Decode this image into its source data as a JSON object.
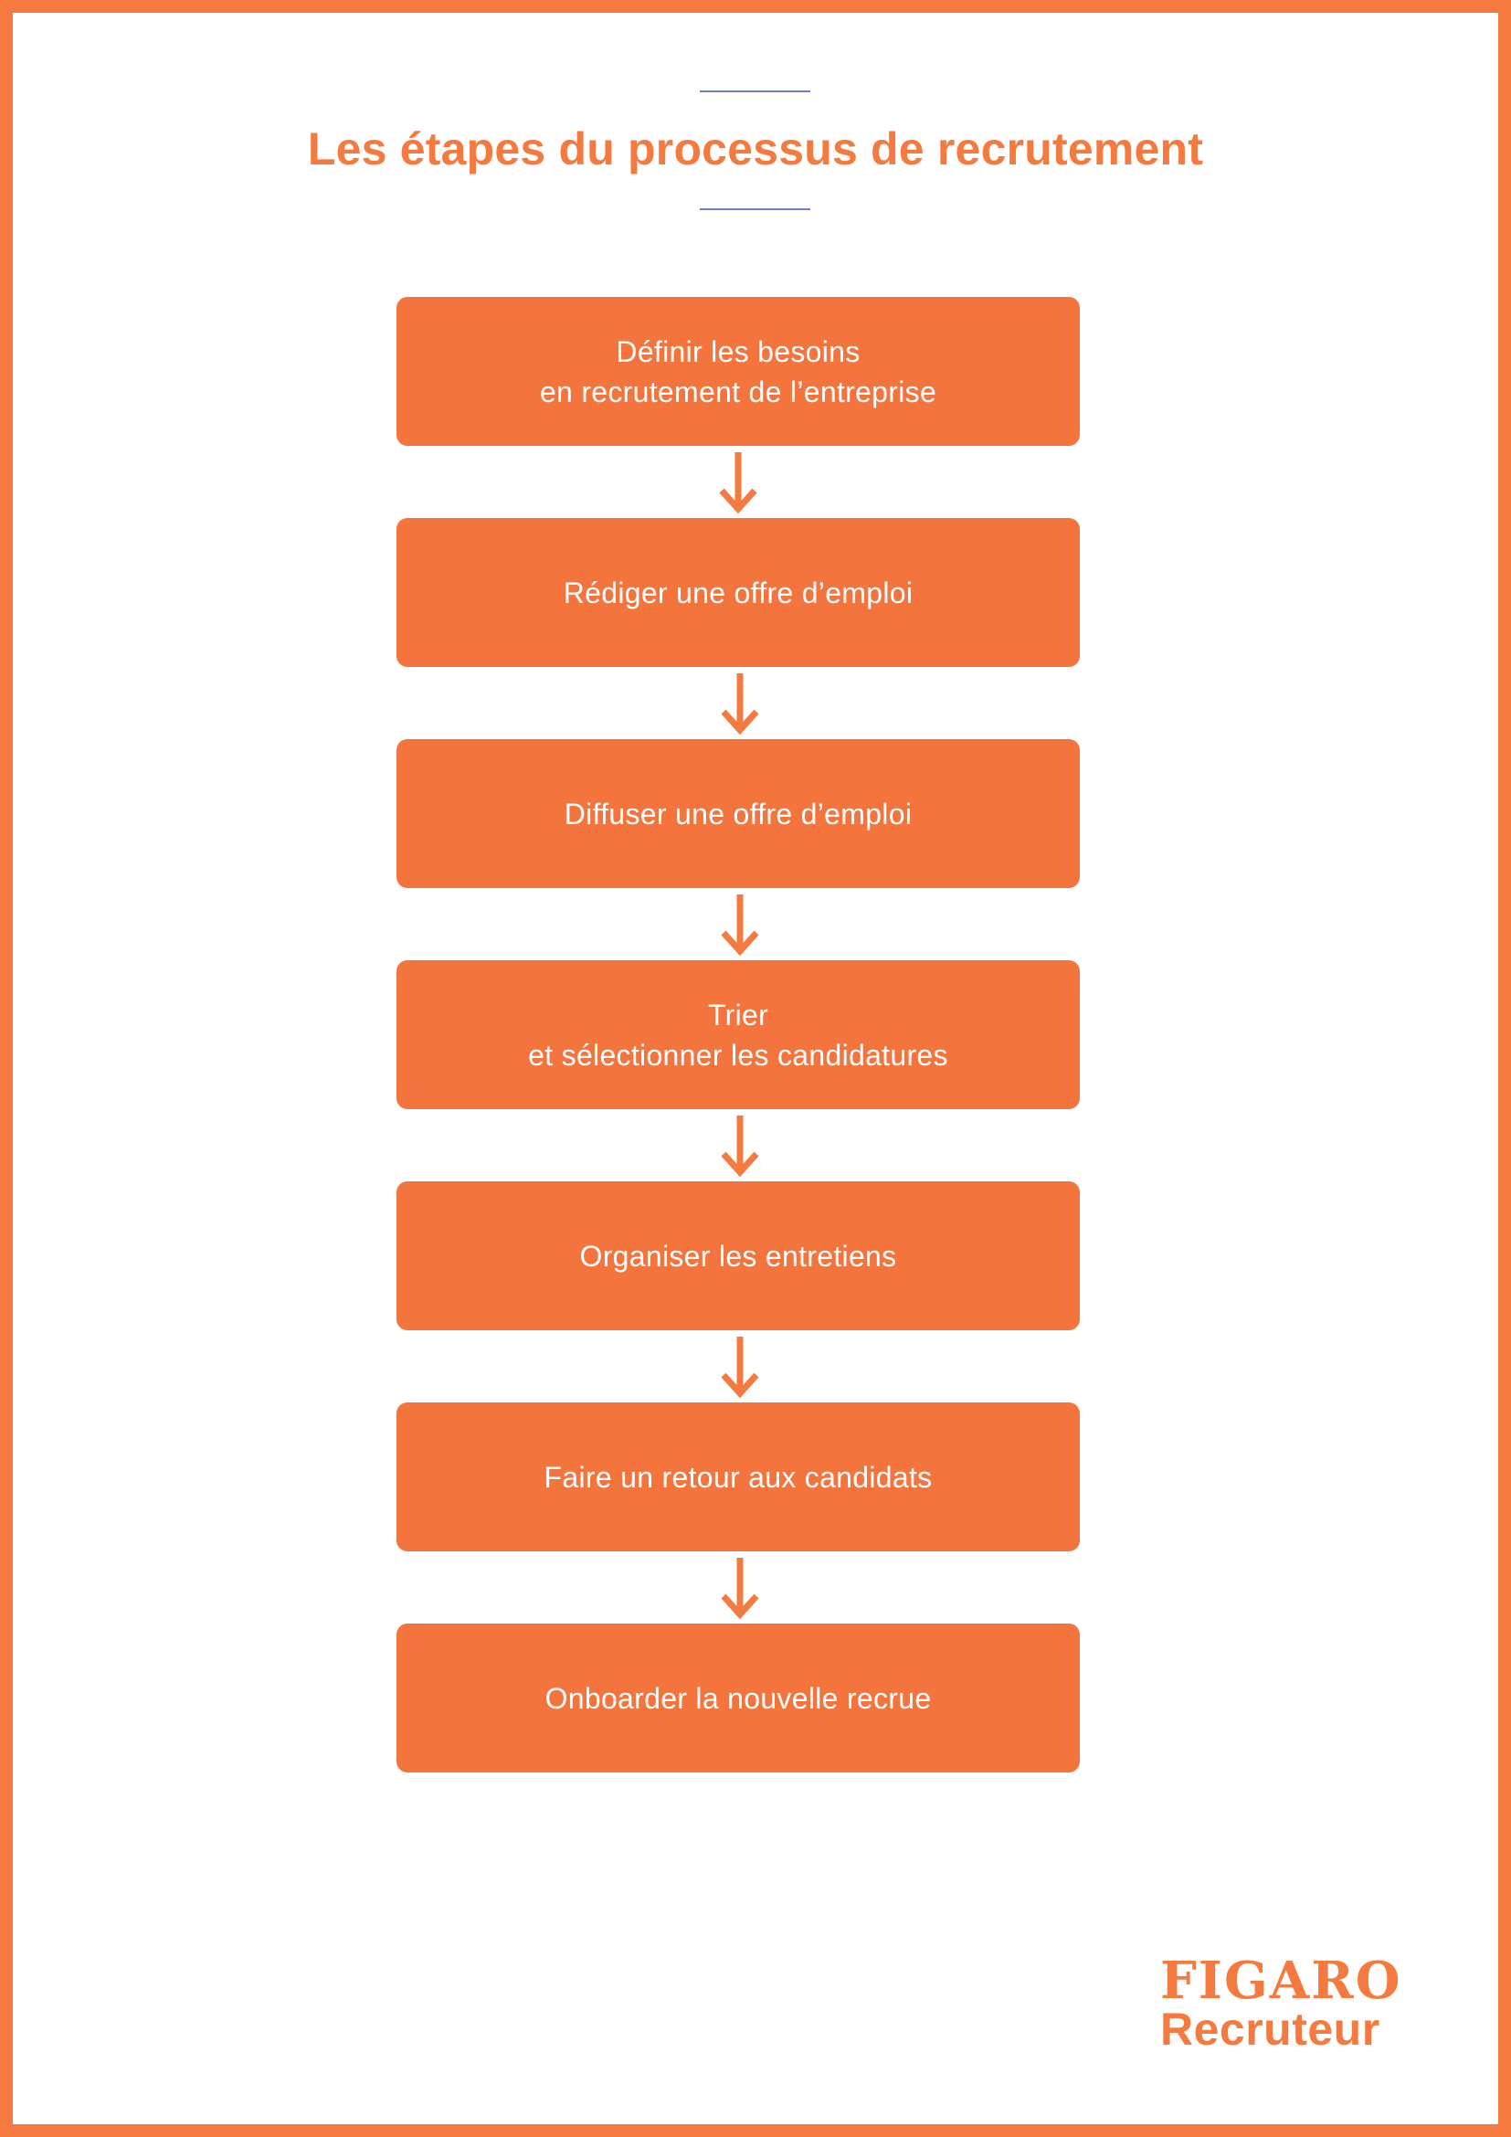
{
  "title": "Les étapes du processus de recrutement",
  "colors": {
    "accent": "#f47a3f",
    "box": "#f4743e",
    "rule": "#6f7fc4",
    "box_text": "#ffffff"
  },
  "steps": [
    {
      "label": "Définir les besoins\nen recrutement de l’entreprise"
    },
    {
      "label": "Rédiger une offre d’emploi"
    },
    {
      "label": "Diffuser une offre d’emploi"
    },
    {
      "label": "Trier\net sélectionner les candidatures"
    },
    {
      "label": "Organiser les entretiens"
    },
    {
      "label": "Faire un retour aux candidats"
    },
    {
      "label": "Onboarder la nouvelle recrue"
    }
  ],
  "connector_icon": "arrow-down-icon",
  "logo": {
    "line1": "FIGARO",
    "line2": "Recruteur"
  }
}
